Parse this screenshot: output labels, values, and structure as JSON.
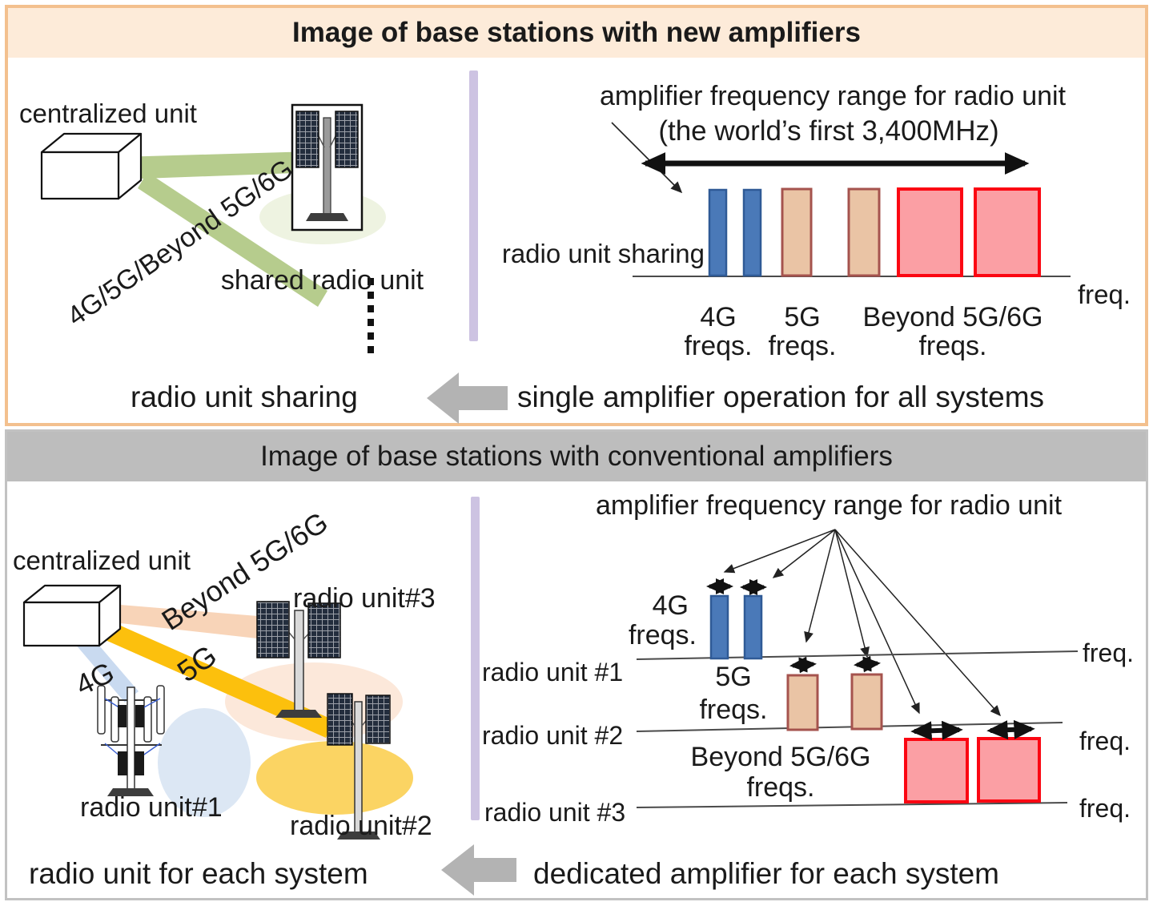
{
  "colors": {
    "panel1_border": "#f3c08e",
    "panel1_titlebar": "#fdebd9",
    "panel2_border": "#c2c2c2",
    "panel2_titlebar": "#bdbdbd",
    "divider": "#cdc3e2",
    "green_beam": "#b6cc8d",
    "green_halo": "#eef3e1",
    "bar_4g_fill": "#4a79b8",
    "bar_4g_stroke": "#2f5a96",
    "bar_5g_fill": "#eac4a5",
    "bar_5g_stroke": "#a5534e",
    "bar_beyond_fill": "#fb9fa4",
    "bar_beyond_stroke": "#fb0712",
    "beam_4g": "#c9daf0",
    "beam_5g": "#fcc00d",
    "beam_beyond": "#f8d4b8",
    "halo_4g": "#dce7f4",
    "halo_5g": "#fbd463",
    "halo_beyond": "#fce8da",
    "arrow_gray": "#b3b3b3",
    "ink": "#1a1a1a",
    "axis": "#4a4a4a"
  },
  "top_panel": {
    "title": "Image of base stations with new amplifiers",
    "left": {
      "centralized_unit": "centralized unit",
      "beams_label": "4G/5G/Beyond 5G/6G",
      "shared_radio_unit": "shared radio unit"
    },
    "right": {
      "header_line1": "amplifier frequency range for radio unit",
      "header_line2": "(the world’s first 3,400MHz)",
      "axis_label": "radio unit sharing",
      "freq": "freq.",
      "band_4g_l1": "4G",
      "band_4g_l2": "freqs.",
      "band_5g_l1": "5G",
      "band_5g_l2": "freqs.",
      "band_beyond_l1": "Beyond 5G/6G",
      "band_beyond_l2": "freqs."
    },
    "caption_left": "radio unit sharing",
    "caption_right": "single amplifier operation for all systems"
  },
  "bottom_panel": {
    "title": "Image of base stations with conventional amplifiers",
    "left": {
      "centralized_unit": "centralized unit",
      "label_4g": "4G",
      "label_5g": "5G",
      "label_beyond": "Beyond 5G/6G",
      "radio1": "radio unit#1",
      "radio2": "radio unit#2",
      "radio3": "radio unit#3"
    },
    "right": {
      "header": "amplifier frequency range for radio unit",
      "band_4g_l1": "4G",
      "band_4g_l2": "freqs.",
      "band_5g_l1": "5G",
      "band_5g_l2": "freqs.",
      "band_beyond_l1": "Beyond 5G/6G",
      "band_beyond_l2": "freqs.",
      "axis1_label": "radio unit #1",
      "axis2_label": "radio unit #2",
      "axis3_label": "radio unit #3",
      "freq1": "freq.",
      "freq2": "freq.",
      "freq3": "freq."
    },
    "caption_left": "radio unit for each system",
    "caption_right": "dedicated amplifier for each system"
  }
}
